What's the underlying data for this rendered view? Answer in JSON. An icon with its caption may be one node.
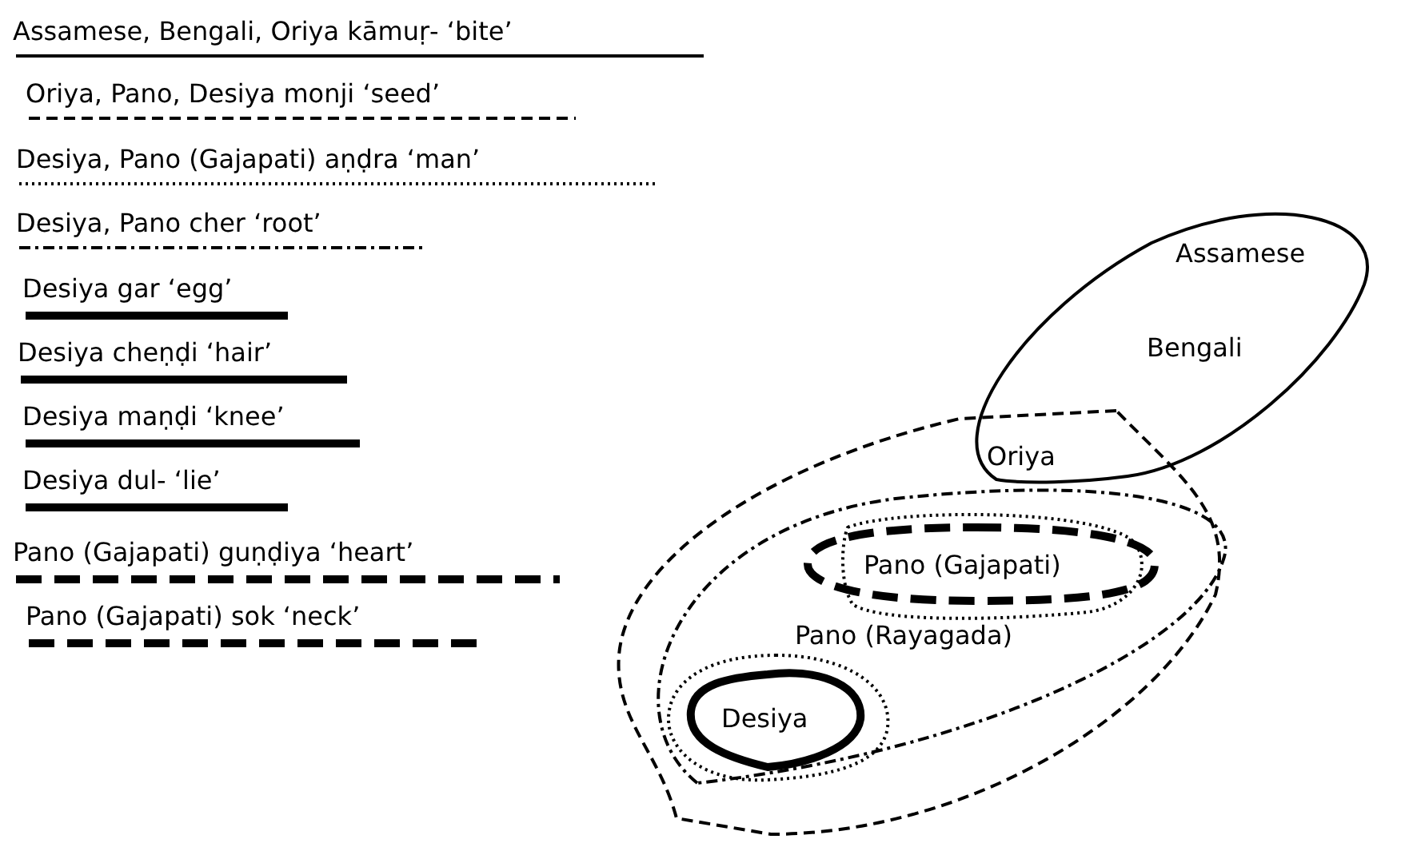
{
  "diagram": {
    "labels": [
      "Assamese",
      "Bengali",
      "Oriya",
      "Pano (Gajapati)",
      "Pano (Rayagada)",
      "Desiya"
    ],
    "legend": [
      {
        "text": "Assamese, Bengali, Oriya kāmuṛ- ‘bite’"
      },
      {
        "text": "Oriya, Pano, Desiya monji ‘seed’"
      },
      {
        "text": "Desiya, Pano (Gajapati) aṇḍra ‘man’"
      },
      {
        "text": "Desiya, Pano cher ‘root’"
      },
      {
        "text": "Desiya gar ‘egg’"
      },
      {
        "text": "Desiya cheṇḍi ‘hair’"
      },
      {
        "text": "Desiya maṇḍi ‘knee’"
      },
      {
        "text": "Desiya dul- ‘lie’"
      },
      {
        "text": "Pano (Gajapati) guṇḍiya ‘heart’"
      },
      {
        "text": "Pano (Gajapati) sok ‘neck’"
      }
    ]
  }
}
